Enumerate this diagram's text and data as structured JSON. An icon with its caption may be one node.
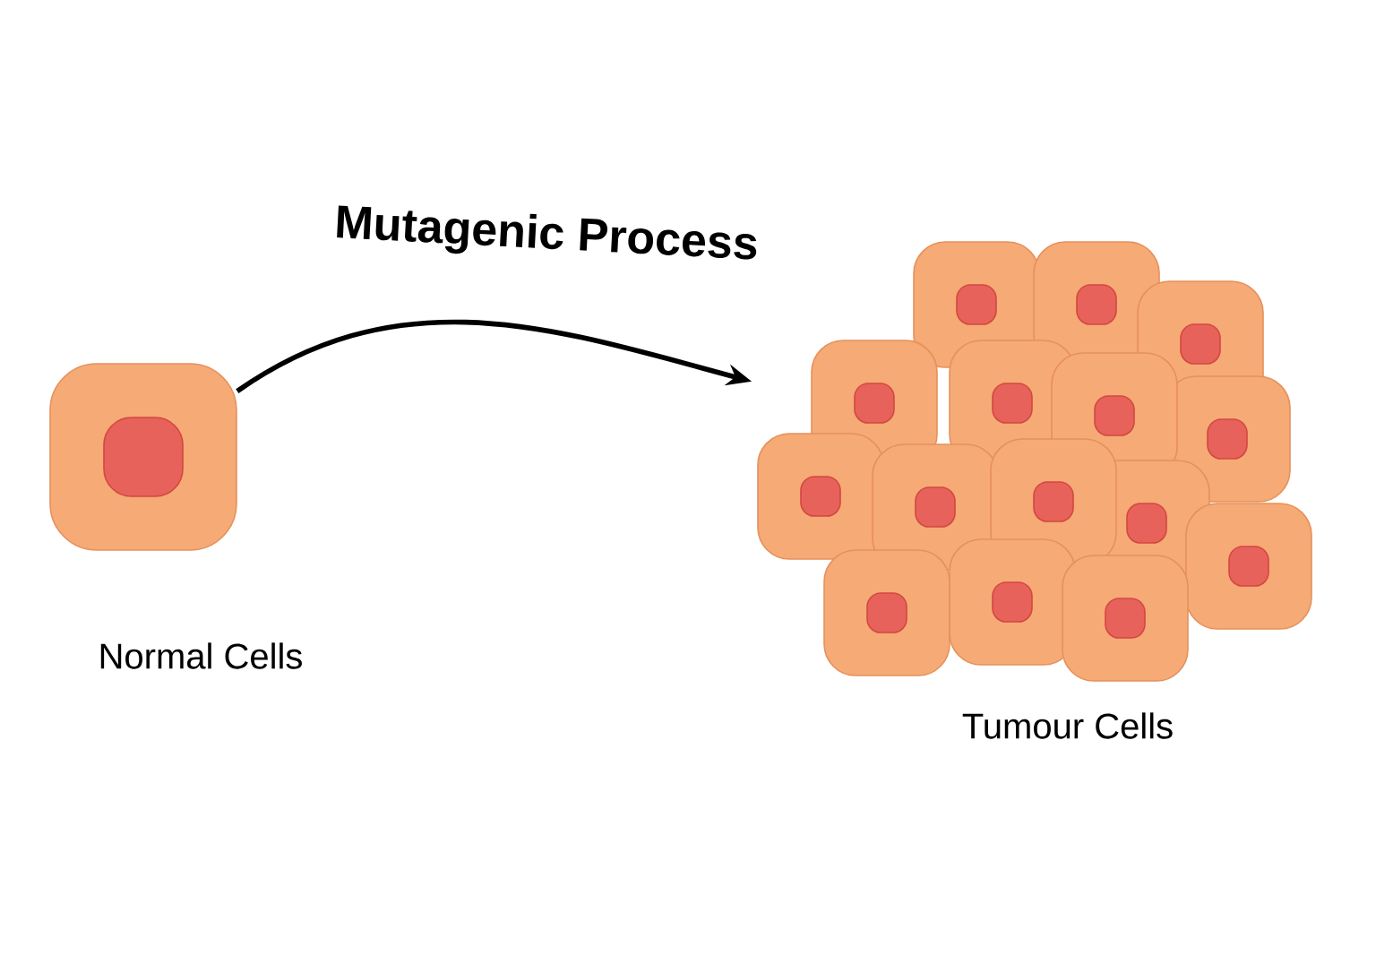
{
  "diagram": {
    "nodes": [
      {
        "text": [
          "Normal Cells"
        ]
      },
      {
        "text": [
          "Tumour Cells"
        ]
      }
    ],
    "edges": [
      {
        "from": 0,
        "to": 1,
        "arrow": "to",
        "label": "Mutagenic Process"
      }
    ]
  }
}
